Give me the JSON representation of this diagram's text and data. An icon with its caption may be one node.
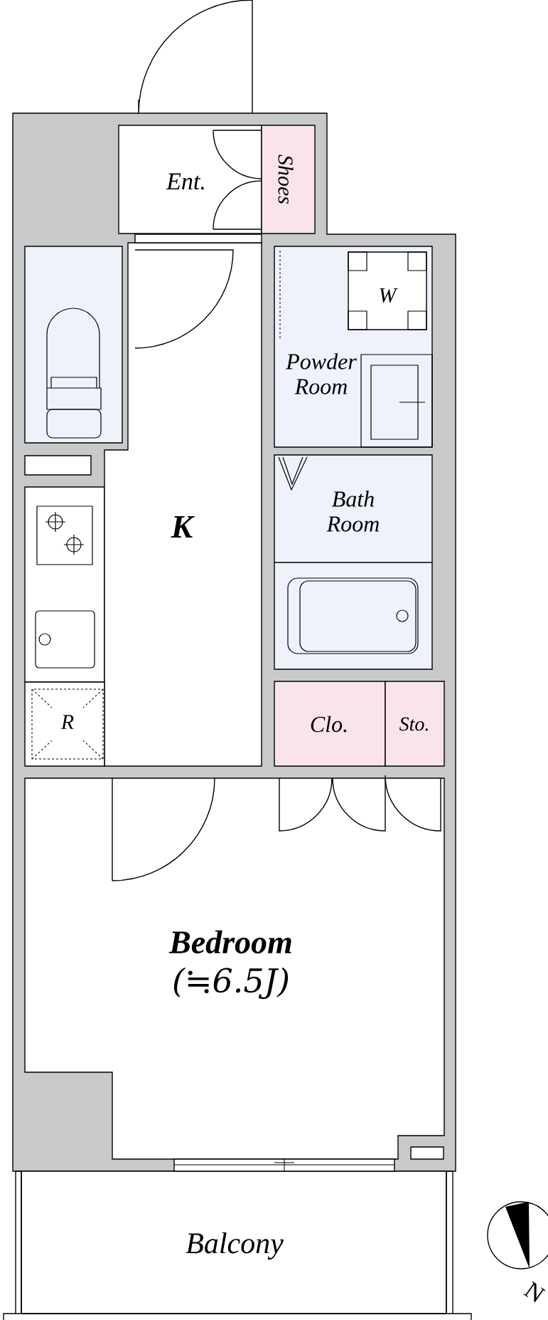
{
  "diagram": {
    "nodes": [
      {
        "text": [
          "Ent."
        ]
      },
      {
        "text": [
          "Shoes"
        ]
      },
      {
        "text": [],
        "shape": "box"
      },
      {
        "text": [
          "Powder Room"
        ]
      },
      {
        "text": [
          "W"
        ],
        "in": 3
      },
      {
        "text": [
          "Bath Room"
        ]
      },
      {
        "text": [
          "K"
        ]
      },
      {
        "text": [
          "R"
        ]
      },
      {
        "text": [
          "Clo."
        ]
      },
      {
        "text": [
          "Sto."
        ]
      },
      {
        "text": [
          "Bedroom",
          "(≒6.5J)"
        ]
      },
      {
        "text": [
          "Balcony"
        ]
      }
    ],
    "labels": [
      "N"
    ]
  }
}
